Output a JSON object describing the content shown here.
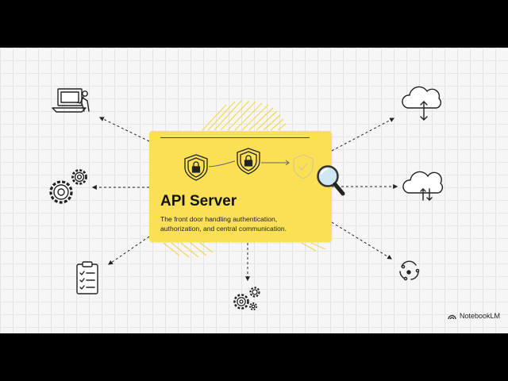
{
  "card": {
    "title": "API Server",
    "description": "The front door handling authentication, authorization, and central communication."
  },
  "brand": {
    "name": "NotebookLM"
  },
  "icons": {
    "left": [
      "laptop-user-icon",
      "gears-icon",
      "clipboard-checklist-icon"
    ],
    "bottom": [
      "gears-small-icon"
    ],
    "right": [
      "cloud-sync-icon",
      "cloud-transfer-icon",
      "cycle-icon"
    ],
    "card": [
      "shield-lock-icon",
      "shield-lock-icon",
      "shield-faded-icon",
      "magnifier-icon"
    ]
  },
  "colors": {
    "card": "#fbe056",
    "background": "#f6f6f6",
    "frame": "#000000",
    "ink": "#222222"
  }
}
